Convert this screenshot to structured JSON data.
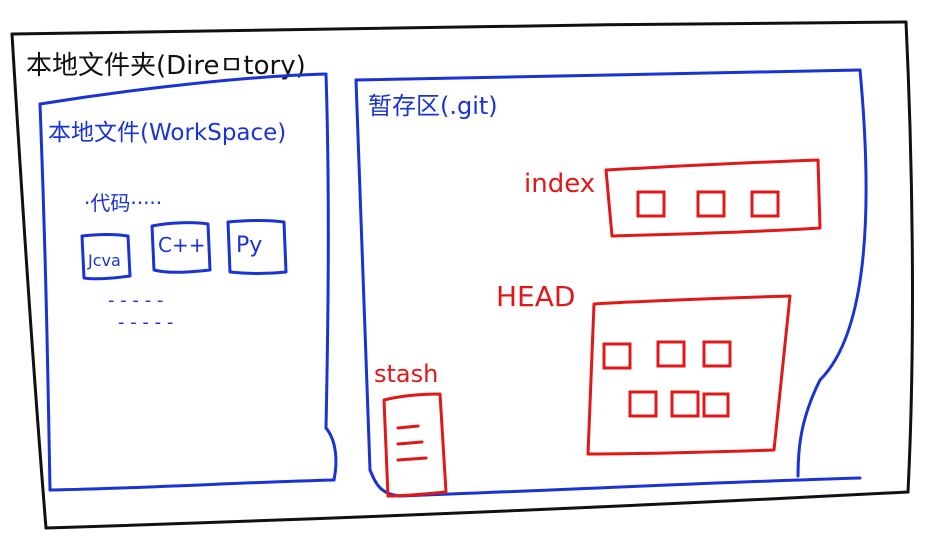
{
  "colors": {
    "ink": "#111111",
    "blue": "#1a33d6",
    "red": "#e01818"
  },
  "outer": {
    "title": "本地文件夹(Direㅁtory)"
  },
  "workspace": {
    "title": "本地文件(WorkSpace)",
    "code_label": "·代码·····",
    "files": [
      "Jcva",
      "C++",
      "Py"
    ],
    "more_dashes": "- - - - -",
    "more_dashes_2": "- - - - -"
  },
  "staging": {
    "title": "暂存区(.git)",
    "index_label": "index",
    "head_label": "HEAD",
    "stash_label": "stash"
  }
}
